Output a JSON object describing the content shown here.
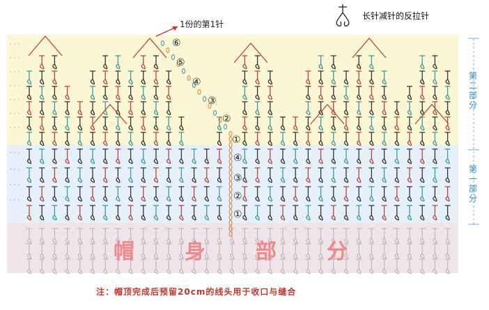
{
  "legend": {
    "icon": "double-crochet-decrease-back-post-symbol",
    "text": "长针减针的反拉针"
  },
  "first_stitch_label": "1份的第1针",
  "sections": {
    "second": "第二部分",
    "first": "第一部分",
    "body": [
      "帽",
      "身",
      "部",
      "分"
    ]
  },
  "row_numbers": {
    "part_two": [
      "⑥",
      "⑤",
      "④",
      "③",
      "②",
      "①"
    ],
    "part_one": [
      "④",
      "③",
      "②",
      "①"
    ]
  },
  "note": "注：帽顶完成后预留20cm的线头用于收口与缝合",
  "colors": {
    "part_two_band": "#fbf6d4",
    "part_one_band": "#e6f0fa",
    "body_band": "#eee5ea",
    "teal_stitch": "#3b9a9a",
    "red_stitch": "#b0473f",
    "dark_stitch": "#333333",
    "label_blue": "#3a8fc0",
    "note_red": "#c0392b"
  }
}
